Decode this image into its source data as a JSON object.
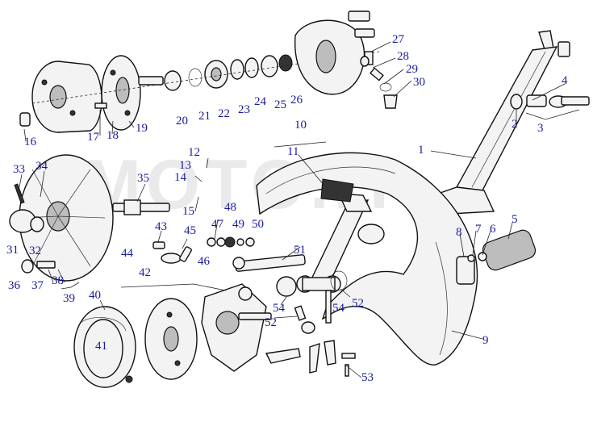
{
  "watermark": "SMOTO.IT",
  "labels": {
    "n1": "1",
    "n2": "2",
    "n3": "3",
    "n4": "4",
    "n5": "5",
    "n6": "6",
    "n7": "7",
    "n8": "8",
    "n9": "9",
    "n10": "10",
    "n11": "11",
    "n12": "12",
    "n13": "13",
    "n14": "14",
    "n15": "15",
    "n16": "16",
    "n17": "17",
    "n18": "18",
    "n19": "19",
    "n20": "20",
    "n21": "21",
    "n22": "22",
    "n23": "23",
    "n24": "24",
    "n25": "25",
    "n26": "26",
    "n27": "27",
    "n28": "28",
    "n29": "29",
    "n30": "30",
    "n31": "31",
    "n32": "32",
    "n33": "33",
    "n34": "34",
    "n35": "35",
    "n36": "36",
    "n37": "37",
    "n38": "38",
    "n39": "39",
    "n40": "40",
    "n41": "41",
    "n42": "42",
    "n43": "43",
    "n44": "44",
    "n45": "45",
    "n46": "46",
    "n47": "47",
    "n48": "48",
    "n49": "49",
    "n50": "50",
    "n51": "51",
    "n52a": "52",
    "n52b": "52",
    "n53": "53",
    "n54a": "54",
    "n54b": "54"
  },
  "colors": {
    "label": "#1a1a9c",
    "ink": "#111111",
    "watermark": "#d9d9d9"
  }
}
